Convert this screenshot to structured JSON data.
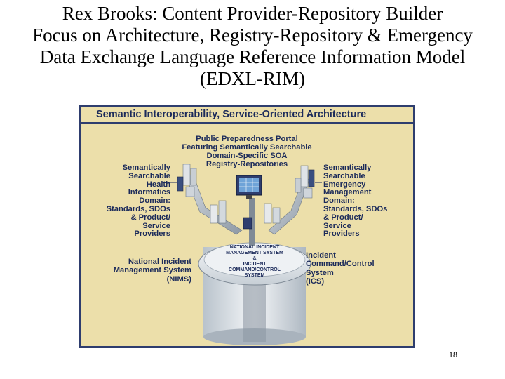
{
  "slide": {
    "title_lines": [
      "Rex Brooks: Content Provider-Repository Builder",
      "Focus on Architecture, Registry-Repository & Emergency",
      "Data Exchange Language Reference Information Model",
      "(EDXL-RIM)"
    ],
    "page_number": "18"
  },
  "figure": {
    "header": "Semantic Interoperability, Service-Oriented Architecture",
    "portal_lines": [
      "Public Preparedness Portal",
      "Featuring Semantically Searchable",
      "Domain-Specific SOA",
      "Registry-Repositories"
    ],
    "left_domain_lines": [
      "Semantically",
      "Searchable",
      "Health",
      "Informatics",
      "Domain:",
      "Standards, SDOs",
      "& Product/",
      "Service",
      "Providers"
    ],
    "right_domain_lines": [
      "Semantically",
      "Searchable",
      "Emergency",
      "Management",
      "Domain:",
      "Standards, SDOs",
      "& Product/",
      "Service",
      "Providers"
    ],
    "nims_lines": [
      "National Incident",
      "Management System",
      "(NIMS)"
    ],
    "ics_lines": [
      "Incident",
      "Command/Control",
      "System",
      "(ICS)"
    ],
    "disk_lines": [
      "NATIONAL INCIDENT",
      "MANAGEMENT SYSTEM",
      "&",
      "INCIDENT",
      "COMMAND/CONTROL",
      "SYSTEM"
    ],
    "colors": {
      "background": "#ecdfaa",
      "border": "#2e3d6e",
      "text": "#1b2a5a"
    }
  }
}
